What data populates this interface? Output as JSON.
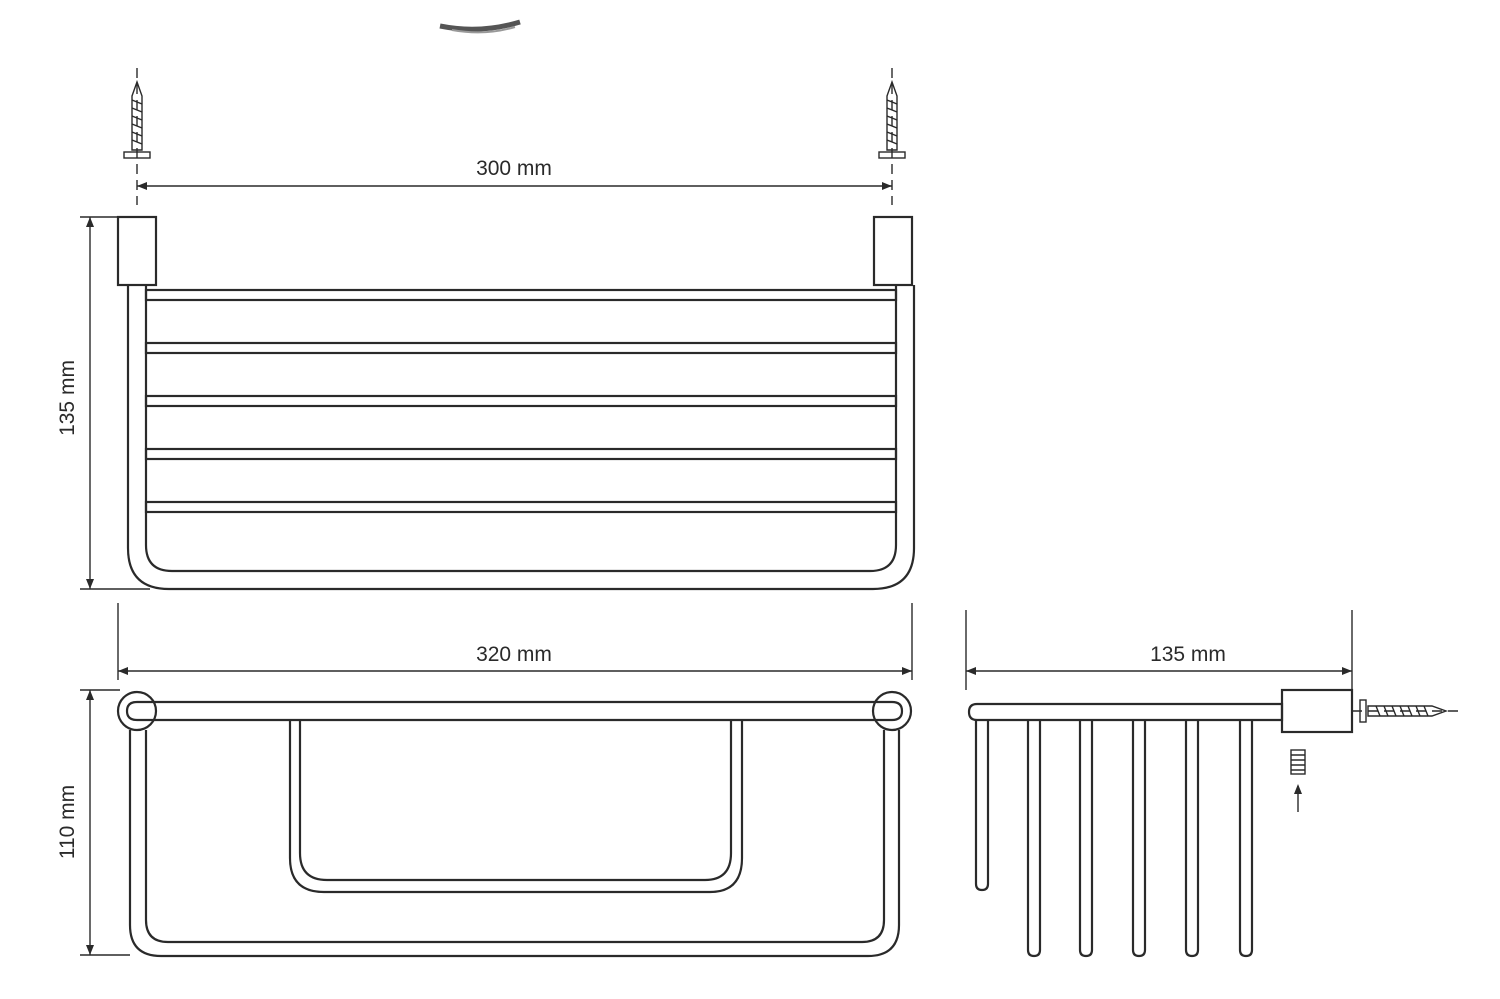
{
  "dimensions": {
    "top_width": "300 mm",
    "top_depth": "135 mm",
    "front_width": "320 mm",
    "front_height": "110 mm",
    "side_depth": "135 mm"
  }
}
